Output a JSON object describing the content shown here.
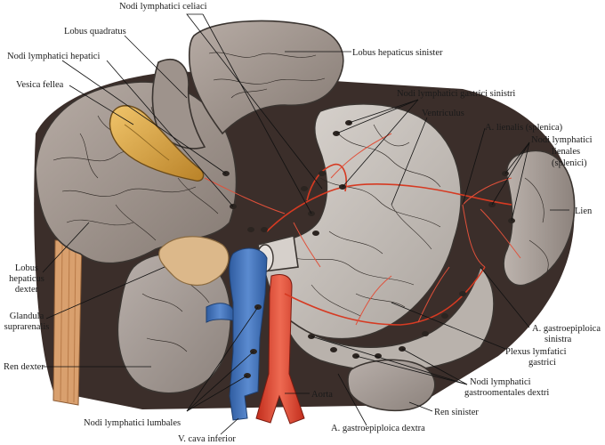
{
  "labels": {
    "nodi_celiaci": "Nodi lymphatici celiaci",
    "lobus_quadratus": "Lobus quadratus",
    "lobus_hepaticus_sinister": "Lobus hepaticus sinister",
    "nodi_hepatici": "Nodi lymphatici hepatici",
    "vesica_fellea": "Vesica fellea",
    "nodi_gastrici_sinistri": "Nodi lymphatici gastrici sinistri",
    "ventriculus": "Ventriculus",
    "a_lienalis": "A. lienalis (splenica)",
    "nodi_lienales_1": "Nodi lymphatici",
    "nodi_lienales_2": "lienales",
    "nodi_lienales_3": "(splenici)",
    "lien": "Lien",
    "lobus_dexter_1": "Lobus",
    "lobus_dexter_2": "hepaticus",
    "lobus_dexter_3": "dexter",
    "glandula_1": "Glandula",
    "glandula_2": "suprarenalis",
    "ren_dexter": "Ren dexter",
    "a_gastroepiploica_sin_1": "A. gastroepiploica",
    "a_gastroepiploica_sin_2": "sinistra",
    "plexus_1": "Plexus lymfatici",
    "plexus_2": "gastrici",
    "nodi_gastroomentales_1": "Nodi lymphatici",
    "nodi_gastroomentales_2": "gastroomentales dextri",
    "aorta": "Aorta",
    "ren_sinister": "Ren sinister",
    "nodi_lumbales": "Nodi lymphatici lumbales",
    "a_gastroepiploica_dextra": "A. gastroepiploica dextra",
    "v_cava_inferior": "V. cava inferior"
  },
  "colors": {
    "liver": "#9a8f88",
    "liver_light": "#b9afa8",
    "stomach": "#c8c2bc",
    "spleen": "#a89e98",
    "kidney": "#a39a94",
    "gallbladder": "#d9a548",
    "adrenal": "#dcb88a",
    "vein": "#3f6fb5",
    "artery": "#d63a22",
    "lymph_node": "#2b2420",
    "muscle": "#d9a06e"
  }
}
